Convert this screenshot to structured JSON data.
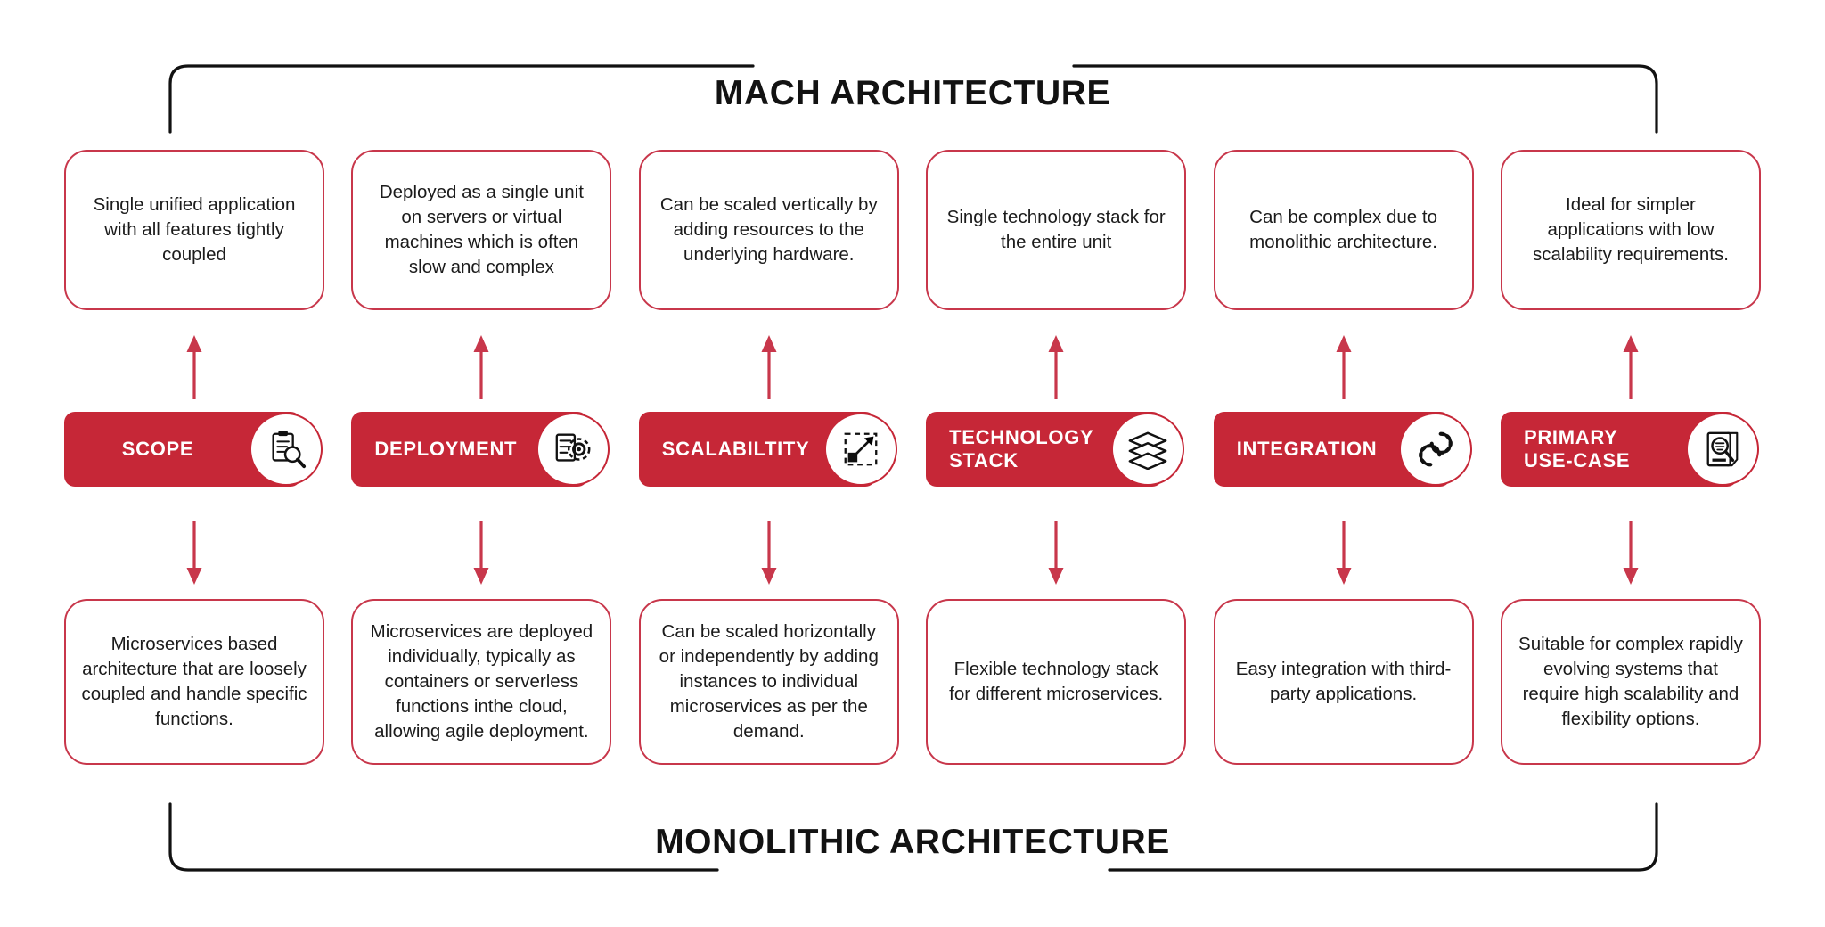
{
  "headings": {
    "top": "MACH ARCHITECTURE",
    "bottom": "MONOLITHIC ARCHITECTURE"
  },
  "colors": {
    "pill_red": "#c62737",
    "card_border_red": "#c8374b",
    "arrow_red": "#c8374b",
    "heading_black": "#121212",
    "background": "#ffffff"
  },
  "columns": [
    {
      "pill_label": "SCOPE",
      "pill_icon": "clipboard-magnifier-icon",
      "top_card": "Single unified application with all features tightly coupled",
      "bottom_card": "Microservices based architecture that are loosely coupled and handle specific functions."
    },
    {
      "pill_label": "DEPLOYMENT",
      "pill_icon": "document-gear-icon",
      "top_card": "Deployed as a single unit on servers or virtual machines which is often slow and complex",
      "bottom_card": "Microservices are deployed individually, typically as containers or serverless functions inthe cloud, allowing agile deployment."
    },
    {
      "pill_label": "SCALABILTITY",
      "pill_icon": "resize-expand-icon",
      "top_card": "Can be scaled vertically by adding resources to the underlying hardware.",
      "bottom_card": "Can be scaled horizontally or independently by adding instances to individual microservices as per the demand."
    },
    {
      "pill_label": "TECHNOLOGY\nSTACK",
      "pill_icon": "layers-stack-icon",
      "top_card": "Single technology stack for the entire unit",
      "bottom_card": "Flexible technology stack for different microservices."
    },
    {
      "pill_label": "INTEGRATION",
      "pill_icon": "interlocking-gears-icon",
      "top_card": "Can be complex due to monolithic architecture.",
      "bottom_card": "Easy integration with third-party applications."
    },
    {
      "pill_label": "PRIMARY\nUSE-CASE",
      "pill_icon": "document-search-icon",
      "top_card": "Ideal for simpler applications with low scalability requirements.",
      "bottom_card": "Suitable for complex rapidly evolving systems that require high scalability and flexibility options."
    }
  ]
}
